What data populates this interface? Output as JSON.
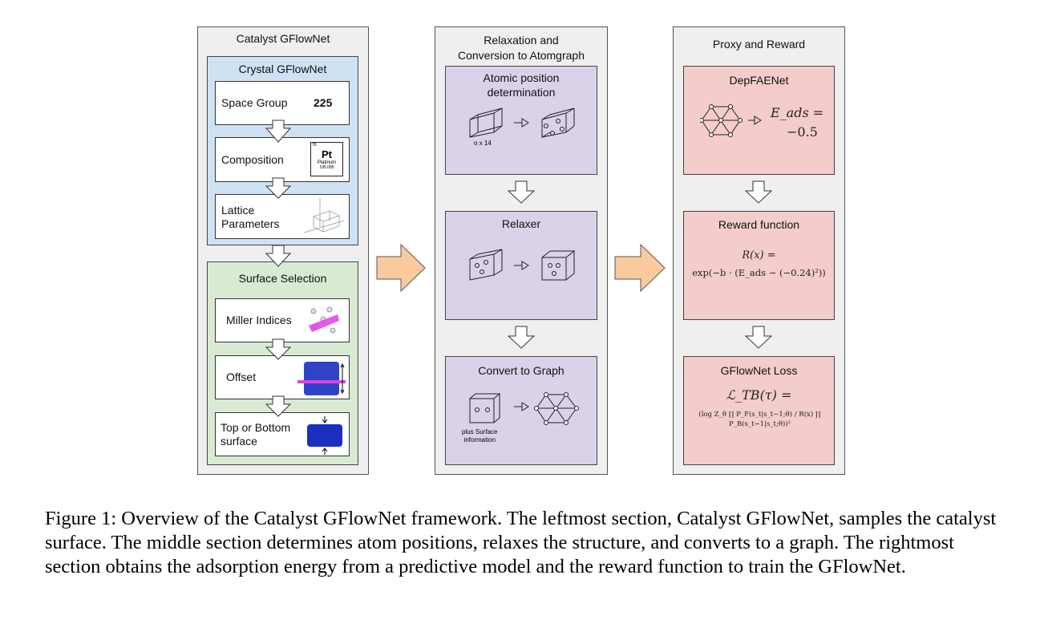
{
  "left": {
    "title": "Catalyst GFlowNet",
    "crystal": {
      "title": "Crystal GFlowNet",
      "space_group": "Space Group",
      "space_group_value": "225",
      "composition": "Composition",
      "element": {
        "number": "78",
        "symbol": "Pt",
        "name": "Platinum",
        "mass": "195.085"
      },
      "lattice": "Lattice\nParameters"
    },
    "surface": {
      "title": "Surface Selection",
      "miller": "Miller Indices",
      "offset": "Offset",
      "top_bottom": "Top or Bottom surface"
    }
  },
  "middle": {
    "title": "Relaxation and\nConversion to Atomgraph",
    "atomic": {
      "title": "Atomic position\ndetermination",
      "count": "o x 14"
    },
    "relaxer": {
      "title": "Relaxer"
    },
    "convert": {
      "title": "Convert to Graph",
      "note": "plus Surface\ninformation"
    }
  },
  "right": {
    "title": "Proxy and Reward",
    "proxy": {
      "title": "DepFAENet",
      "eq1": "E_ads =",
      "eq2": "−0.5"
    },
    "reward": {
      "title": "Reward function",
      "eq1": "R(x) =",
      "eq2": "exp(−b · (E_ads − (−0.24)²))"
    },
    "loss": {
      "title": "GFlowNet Loss",
      "eq1": "ℒ_TB(τ) =",
      "eq2": "(log  Z_θ ∏ P_F(s_t|s_t−1;θ) / R(x) ∏ P_B(s_t−1|s_t;θ))²"
    }
  },
  "caption": "Figure 1: Overview of the Catalyst GFlowNet framework. The leftmost section, Catalyst GFlowNet, samples the catalyst surface. The middle section determines atom positions, relaxes the structure, and converts to a graph. The rightmost section obtains the adsorption energy from a predictive model and the reward function to train the GFlowNet.",
  "colors": {
    "crystal": "#cfe2f3",
    "surface": "#d9ead3",
    "middle": "#d9d2e9",
    "right": "#f4cccc",
    "big_arrow": "#f9cb9c"
  }
}
